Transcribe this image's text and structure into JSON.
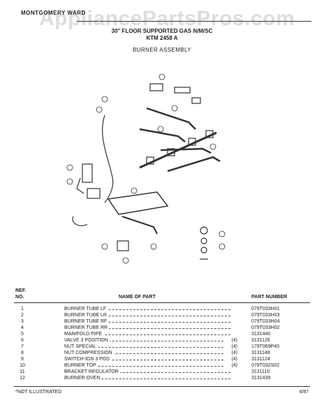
{
  "header": {
    "brand": "MONTGOMERY WARD",
    "watermark": "AppliancePartsPros.com",
    "title_line1": "30\" FLOOR SUPPORTED GAS N/M/SC",
    "title_line2": "KTM 2458 A",
    "section": "BURNER ASSEMBLY"
  },
  "table": {
    "ref_header": "REF.\nNO.",
    "name_header": "NAME OF PART",
    "pn_header": "PART NUMBER",
    "rows": [
      {
        "ref": "1",
        "name": "BURNER TUBE LF",
        "qty": "",
        "pn": "079T033H01"
      },
      {
        "ref": "2",
        "name": "BURNER TUBE LR",
        "qty": "",
        "pn": "079T033H03"
      },
      {
        "ref": "3",
        "name": "BURNER TUBE RF",
        "qty": "",
        "pn": "079T033H04"
      },
      {
        "ref": "4",
        "name": "BURNER TUBE RR",
        "qty": "",
        "pn": "079T033H02"
      },
      {
        "ref": "5",
        "name": "MANIFOLD PIPE",
        "qty": "",
        "pn": "3131440"
      },
      {
        "ref": "6",
        "name": "VALVE 3 POSITION",
        "qty": "(4)",
        "pn": "3131126"
      },
      {
        "ref": "7",
        "name": "NUT SPECIAL",
        "qty": "(4)",
        "pn": "179T069P40"
      },
      {
        "ref": "8",
        "name": "NUT COMPRESSION",
        "qty": "(4)",
        "pn": "3131148"
      },
      {
        "ref": "9",
        "name": "SWITCH-IGN 3 POS",
        "qty": "(4)",
        "pn": "3131124"
      },
      {
        "ref": "10",
        "name": "BURNER TOP",
        "qty": "(4)",
        "pn": "079T032S02"
      },
      {
        "ref": "11",
        "name": "BRACKET REGULATOR",
        "qty": "",
        "pn": "3131110"
      },
      {
        "ref": "12",
        "name": "BURNER OVEN",
        "qty": "",
        "pn": "3131439"
      }
    ]
  },
  "footer": {
    "note": "*NOT ILLUSTRATED",
    "date": "4/87"
  }
}
